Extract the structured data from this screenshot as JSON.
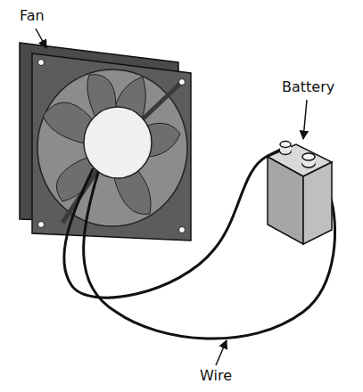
{
  "diagram": {
    "labels": [
      "Fan",
      "Battery",
      "Wire"
    ]
  }
}
